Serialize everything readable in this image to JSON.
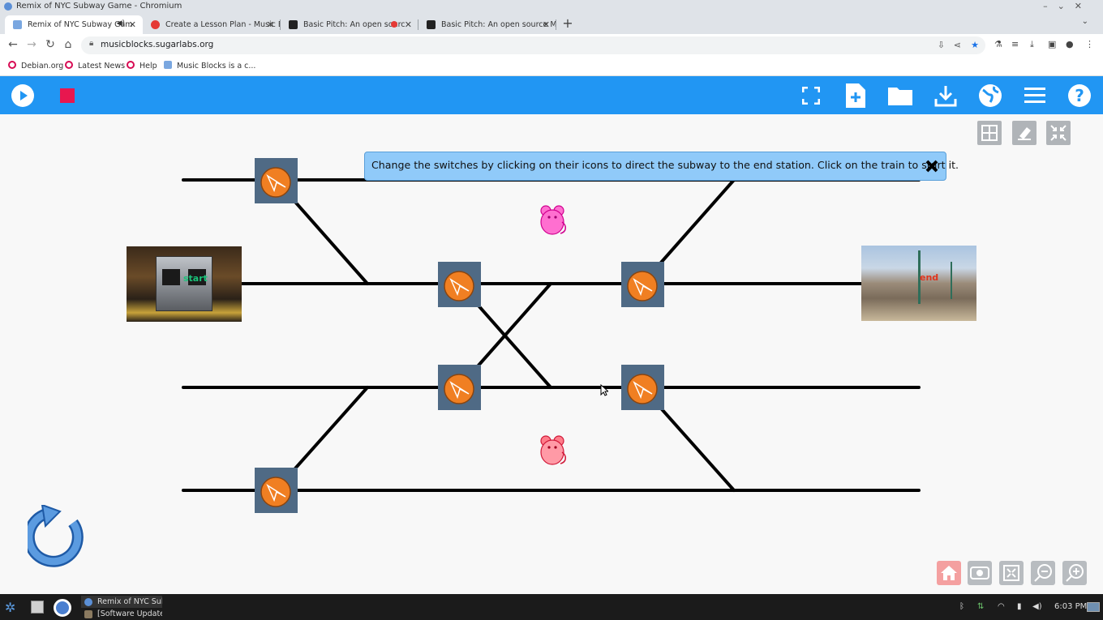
{
  "window": {
    "title": "Remix of NYC Subway Game - Chromium"
  },
  "tabs": [
    {
      "label": "Remix of NYC Subway Gam",
      "active": true
    },
    {
      "label": "Create a Lesson Plan - Music Bl",
      "active": false
    },
    {
      "label": "Basic Pitch: An open sourc",
      "active": false
    },
    {
      "label": "Basic Pitch: An open source MI",
      "active": false
    }
  ],
  "address": {
    "url": "musicblocks.sugarlabs.org"
  },
  "bookmarks": [
    {
      "label": "Debian.org"
    },
    {
      "label": "Latest News"
    },
    {
      "label": "Help"
    },
    {
      "label": "Music Blocks is a c..."
    }
  ],
  "toolbar": {
    "play_icon": "play-icon",
    "stop_icon": "stop-icon",
    "fullscreen_icon": "fullscreen-icon",
    "new_project_icon": "new-file-icon",
    "open_icon": "folder-icon",
    "save_icon": "download-icon",
    "language_icon": "globe-icon",
    "menu_icon": "hamburger-icon",
    "help_icon": "help-icon"
  },
  "game": {
    "message": "Change the switches by clicking on their icons to direct the subway to the end station. Click on the train to start it.",
    "start_label": "start",
    "end_label": "end"
  },
  "taskbar": {
    "tasks": [
      {
        "label": "Remix of NYC Sub..."
      },
      {
        "label": "[Software Updater]"
      }
    ],
    "clock": "6:03 PM"
  },
  "colors": {
    "toolbar_blue": "#2196f3",
    "stop_red": "#e8174f",
    "message_bg": "#90caf9",
    "switch_bg": "#4f6a85",
    "switch_orange": "#f07f22",
    "mouse_pink": "#ff6fd0",
    "mouse_red": "#ff6b7a"
  }
}
